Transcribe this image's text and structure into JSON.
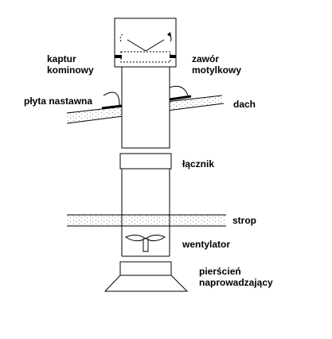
{
  "labels": {
    "kaptur": [
      "kaptur",
      "kominowy"
    ],
    "zawor": [
      "zawór",
      "motylkowy"
    ],
    "plyta": "płyta nastawna",
    "dach": "dach",
    "lacznik": "łącznik",
    "strop": "strop",
    "wentylator": "wentylator",
    "pierscien": [
      "pierścień",
      "naprowadzający"
    ]
  },
  "colors": {
    "stroke": "#000000",
    "fill": "#ffffff",
    "texture": "#8a8a8a"
  }
}
